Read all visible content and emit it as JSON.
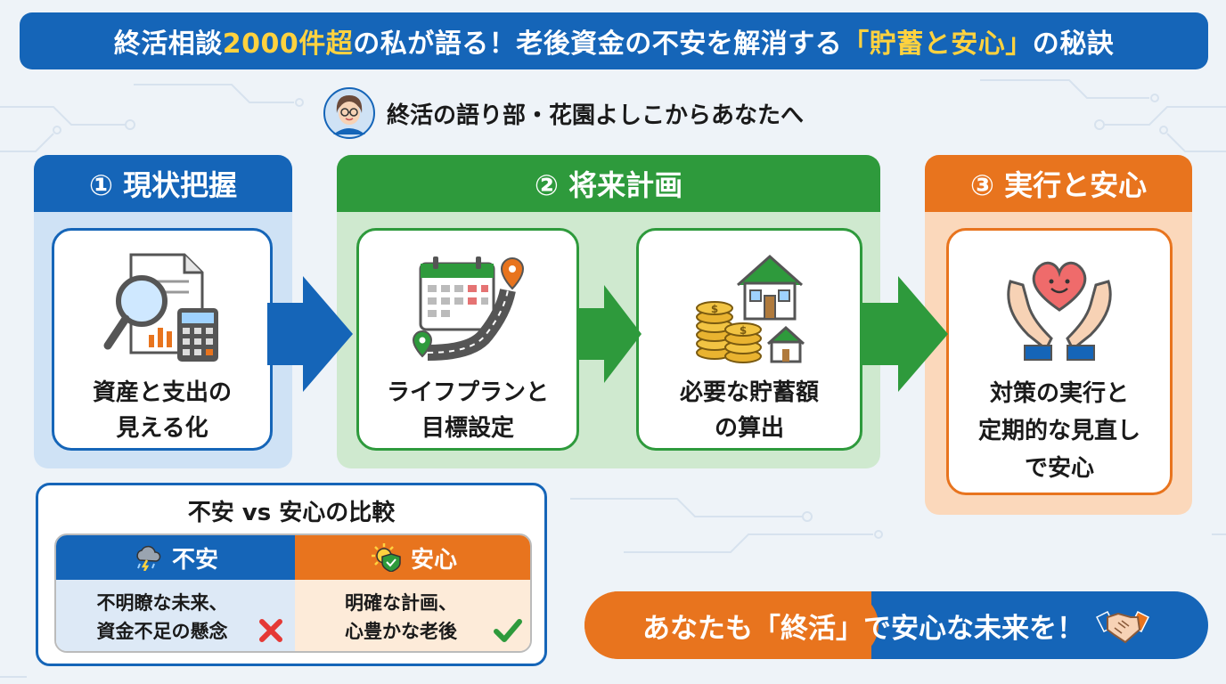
{
  "title": {
    "part1": "終活相談",
    "highlight1": "2000件超",
    "part2": "の私が語る！老後資金の不安を解消する",
    "highlight2": "「貯蓄と安心」",
    "part3": "の秘訣"
  },
  "author": {
    "text": "終活の語り部・花園よしこからあなたへ",
    "icon": "woman-avatar-icon"
  },
  "steps": [
    {
      "header": "① 現状把握",
      "color": "#1565b8",
      "cards": [
        {
          "icon": "magnifier-calculator-document-icon",
          "line1": "資産と支出の",
          "line2": "見える化"
        }
      ]
    },
    {
      "header": "② 将来計画",
      "color": "#2e9a3c",
      "cards": [
        {
          "icon": "calendar-road-map-pin-icon",
          "line1": "ライフプランと",
          "line2": "目標設定"
        },
        {
          "icon": "coins-house-icon",
          "line1": "必要な貯蓄額",
          "line2": "の算出"
        }
      ]
    },
    {
      "header": "③ 実行と安心",
      "color": "#e8741e",
      "cards": [
        {
          "icon": "heart-in-hands-icon",
          "line1": "対策の実行と",
          "line2": "定期的な見直し",
          "line3": "で安心"
        }
      ]
    }
  ],
  "comparison": {
    "title": "不安 vs 安心の比較",
    "bad": {
      "label": "不安",
      "icon": "storm-cloud-icon",
      "line1": "不明瞭な未来、",
      "line2": "資金不足の懸念",
      "mark": "cross-mark-icon"
    },
    "good": {
      "label": "安心",
      "icon": "sun-shield-icon",
      "line1": "明確な計画、",
      "line2": "心豊かな老後",
      "mark": "check-mark-icon"
    }
  },
  "cta": {
    "part1": "あなたも",
    "highlight": "「終活」",
    "part2": "で安心な未来を！",
    "icon": "handshake-icon"
  },
  "colors": {
    "blue": "#1565b8",
    "green": "#2e9a3c",
    "orange": "#e8741e",
    "yellow": "#ffd23f"
  }
}
